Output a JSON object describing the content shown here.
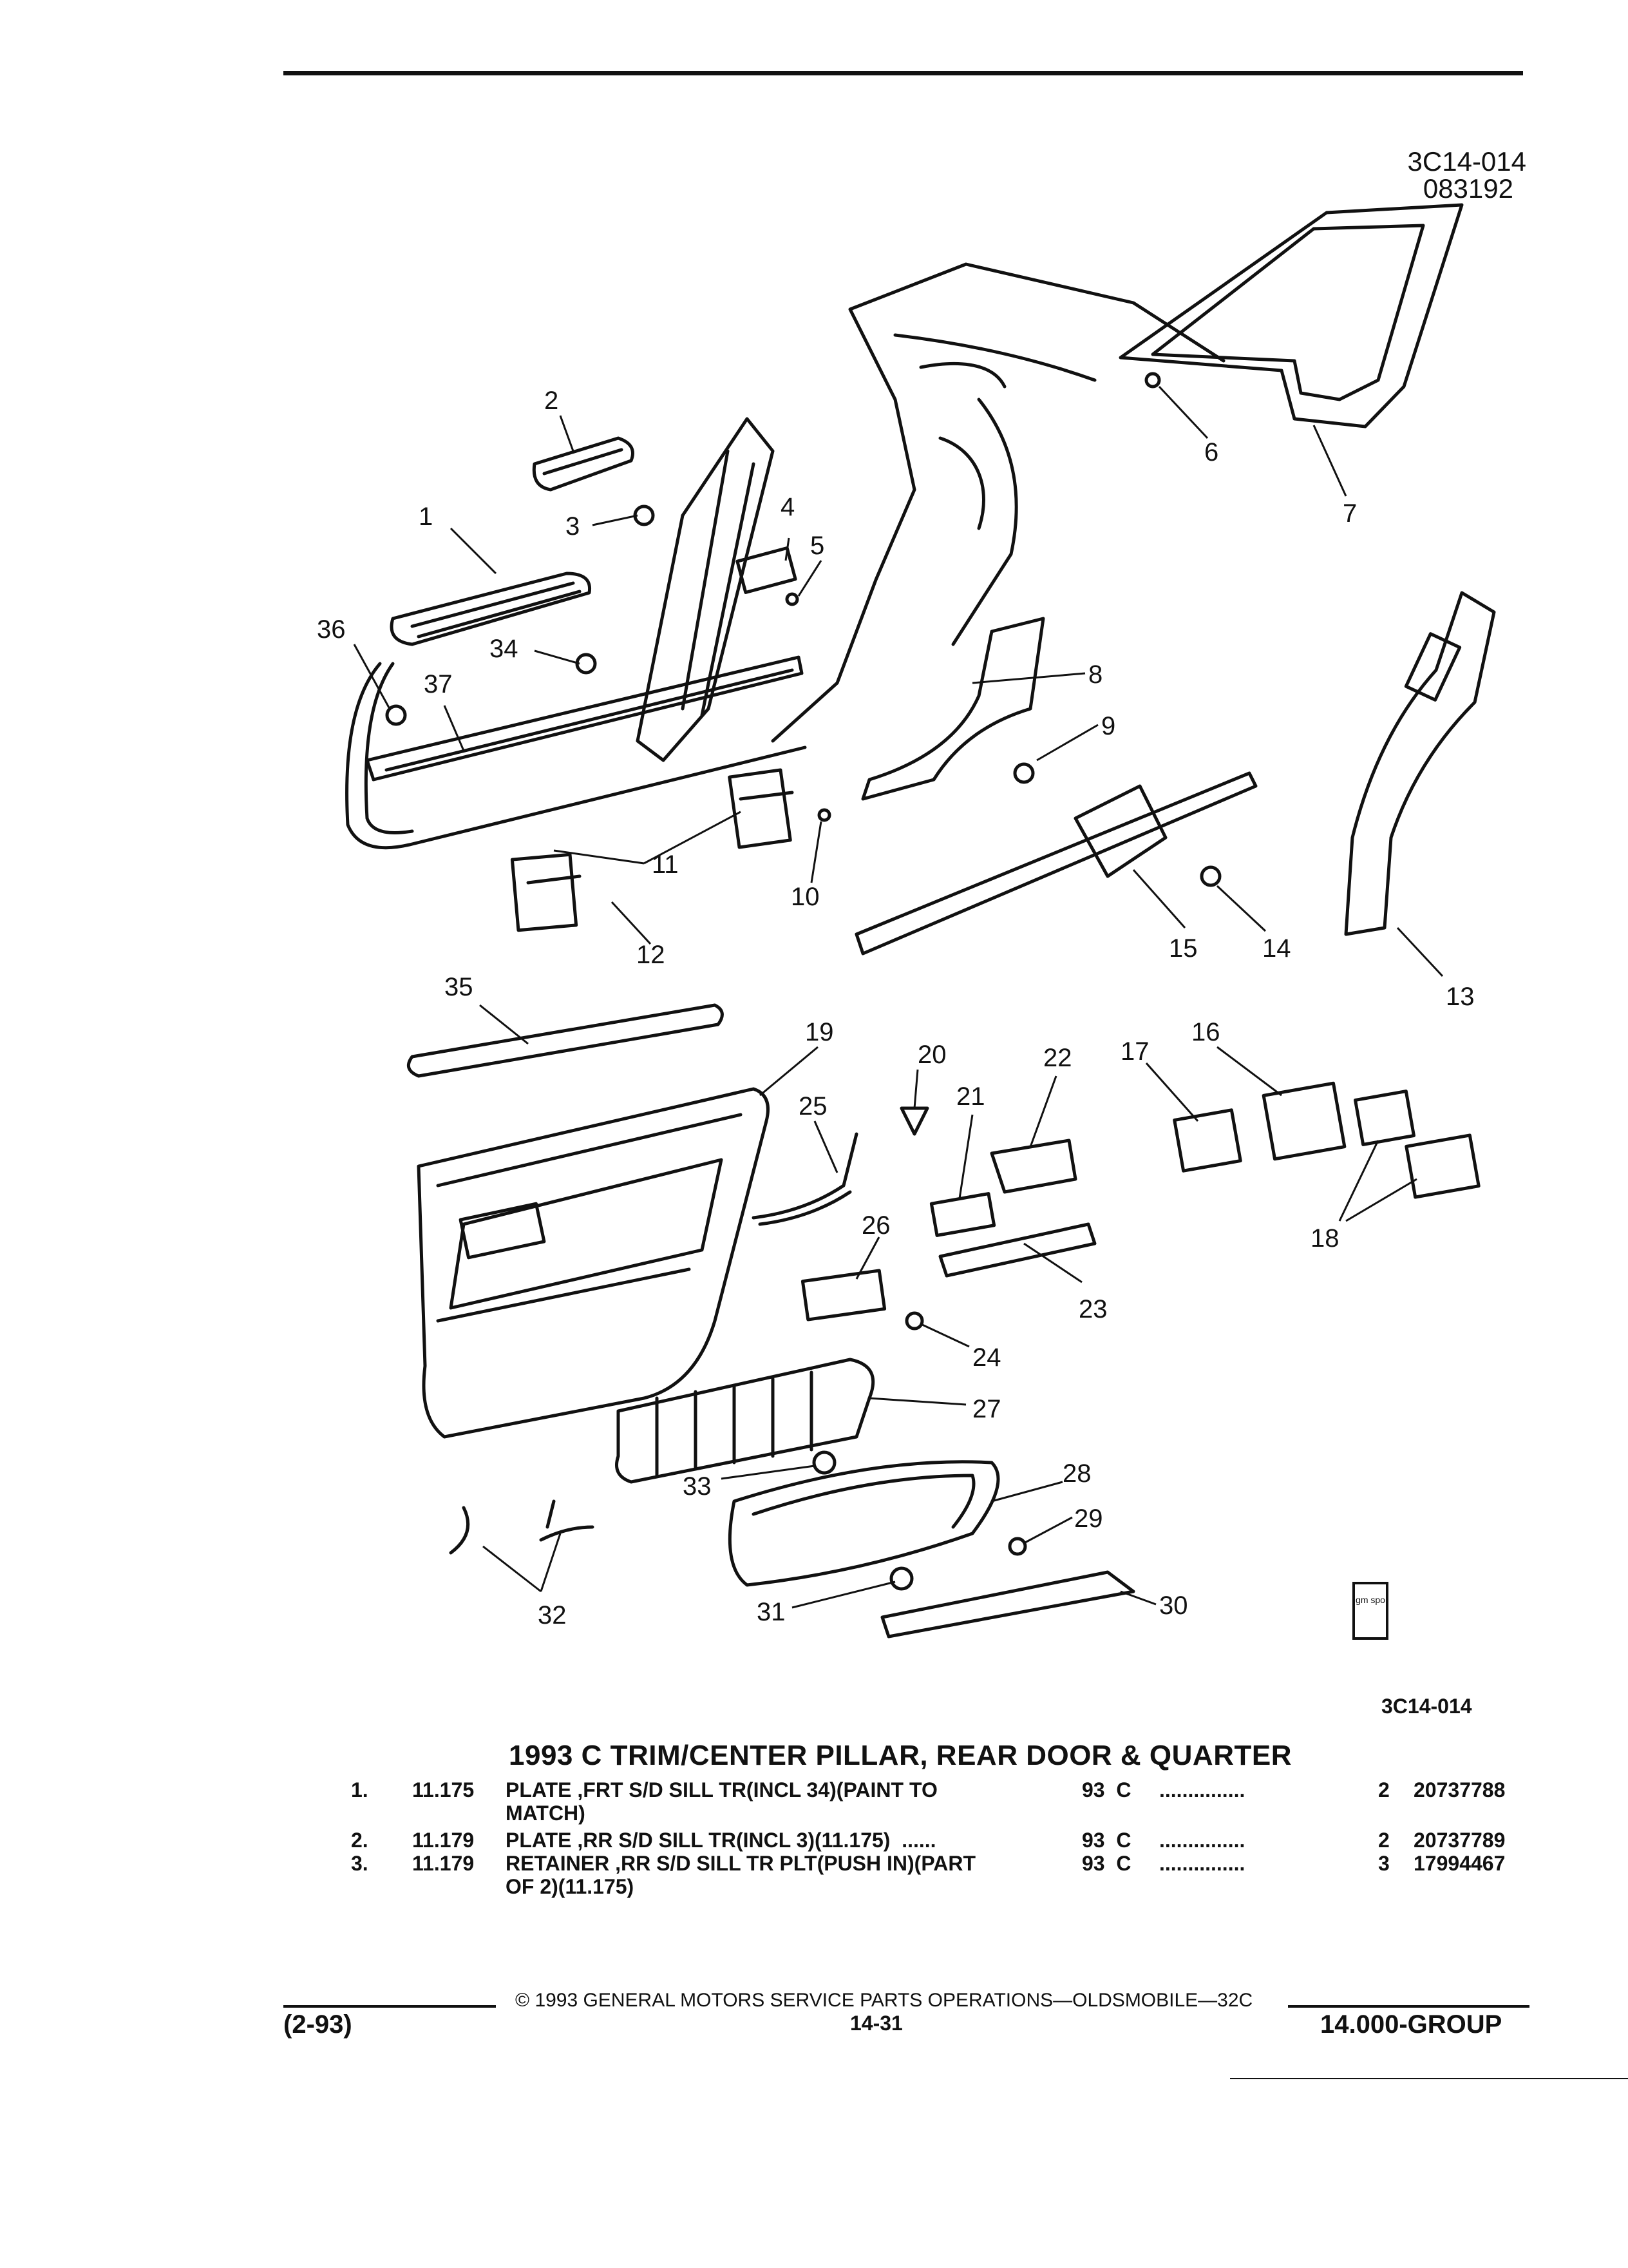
{
  "header": {
    "diagram_code": "3C14-014",
    "diagram_date": "083192"
  },
  "callouts": [
    "1",
    "2",
    "3",
    "4",
    "5",
    "6",
    "7",
    "8",
    "9",
    "10",
    "11",
    "12",
    "13",
    "14",
    "15",
    "16",
    "17",
    "18",
    "19",
    "20",
    "21",
    "22",
    "23",
    "24",
    "25",
    "26",
    "27",
    "28",
    "29",
    "30",
    "31",
    "32",
    "33",
    "34",
    "35",
    "36",
    "37"
  ],
  "logo_text": "gm spo",
  "caption_code": "3C14-014",
  "section_title": "1993 C TRIM/CENTER PILLAR, REAR DOOR & QUARTER",
  "parts": [
    {
      "item": "1.",
      "group": "11.175",
      "desc": "PLATE ,FRT S/D SILL TR(INCL 34)(PAINT TO",
      "desc2": "MATCH)",
      "model": "93  C",
      "dots": "...............",
      "qty": "2",
      "part_no": "20737788"
    },
    {
      "item": "2.",
      "group": "11.179",
      "desc": "PLATE ,RR S/D SILL TR(INCL 3)(11.175)  ......",
      "desc2": "",
      "model": "93  C",
      "dots": "...............",
      "qty": "2",
      "part_no": "20737789"
    },
    {
      "item": "3.",
      "group": "11.179",
      "desc": "RETAINER ,RR S/D SILL TR PLT(PUSH IN)(PART",
      "desc2": "OF 2)(11.175)",
      "model": "93  C",
      "dots": "...............",
      "qty": "3",
      "part_no": "17994467"
    }
  ],
  "footer": {
    "copyright": "© 1993  GENERAL MOTORS SERVICE PARTS OPERATIONS—OLDSMOBILE—32C",
    "revision": "(2-93)",
    "page": "14-31",
    "group": "14.000-GROUP"
  }
}
